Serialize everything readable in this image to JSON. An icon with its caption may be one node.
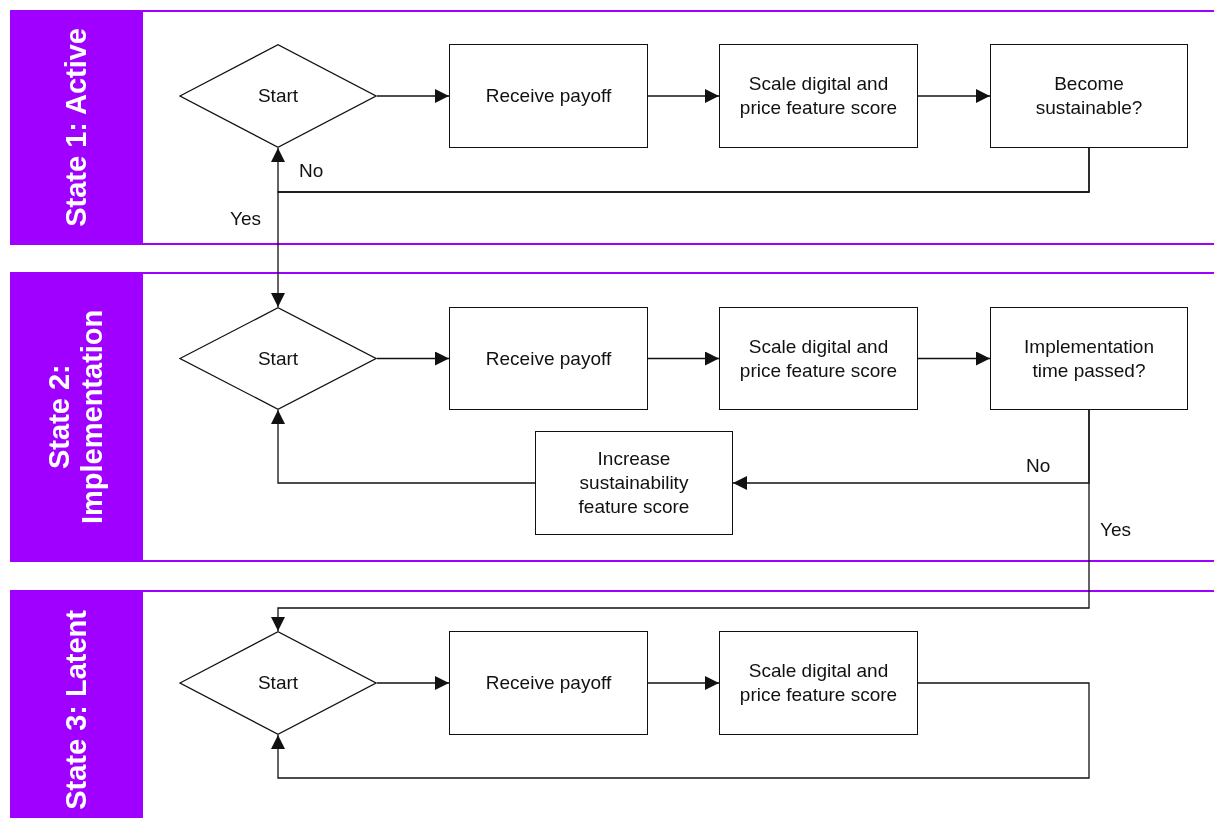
{
  "diagram": {
    "nodes": [
      {
        "text": [
          "State 1: Active"
        ]
      },
      {
        "text": [
          "Start"
        ],
        "in": 0
      },
      {
        "text": [
          "Receive payoff"
        ],
        "in": 0
      },
      {
        "text": [
          "Scale digital and price feature score"
        ],
        "in": 0
      },
      {
        "text": [
          "Become sustainable?"
        ],
        "in": 0
      },
      {
        "text": [
          "State 2: Implementation"
        ]
      },
      {
        "text": [
          "Start"
        ],
        "in": 5
      },
      {
        "text": [
          "Receive payoff"
        ],
        "in": 5
      },
      {
        "text": [
          "Scale digital and price feature score"
        ],
        "in": 5
      },
      {
        "text": [
          "Implementation time passed?"
        ],
        "in": 5
      },
      {
        "text": [
          "Increase sustainability feature score"
        ],
        "in": 5
      },
      {
        "text": [
          "State 3: Latent"
        ]
      },
      {
        "text": [
          "Start"
        ],
        "in": 11
      },
      {
        "text": [
          "Receive payoff"
        ],
        "in": 11
      },
      {
        "text": [
          "Scale digital and price feature score"
        ],
        "in": 11
      }
    ],
    "edges": [
      {
        "from": 1,
        "to": 2,
        "arrow": "to"
      },
      {
        "from": 2,
        "to": 3,
        "arrow": "to"
      },
      {
        "from": 3,
        "to": 4,
        "arrow": "to"
      },
      {
        "from": 4,
        "to": 1,
        "label": "No",
        "arrow": "to"
      },
      {
        "from": 4,
        "to": 6,
        "label": "Yes",
        "arrow": "to"
      },
      {
        "from": 6,
        "to": 7,
        "arrow": "to"
      },
      {
        "from": 7,
        "to": 8,
        "arrow": "to"
      },
      {
        "from": 8,
        "to": 9,
        "arrow": "to"
      },
      {
        "from": 9,
        "to": 10,
        "label": "No",
        "arrow": "to"
      },
      {
        "from": 10,
        "to": 6,
        "arrow": "to"
      },
      {
        "from": 9,
        "to": 12,
        "label": "Yes",
        "arrow": "to"
      },
      {
        "from": 12,
        "to": 13,
        "arrow": "to"
      },
      {
        "from": 13,
        "to": 14,
        "arrow": "to"
      },
      {
        "from": 14,
        "to": 12,
        "arrow": "to"
      }
    ]
  }
}
